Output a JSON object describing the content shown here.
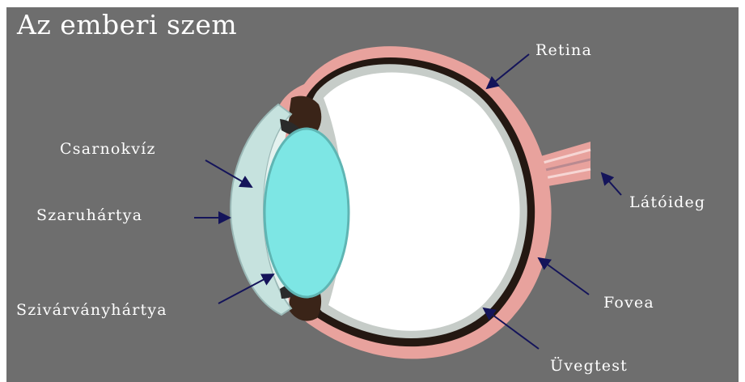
{
  "title": "Az emberi szem",
  "labels": {
    "retina": "Retina",
    "csarnokviz": "Csarnokvíz",
    "szaruhartya": "Szaruhártya",
    "latoideg": "Látóideg",
    "szivarvanyhartya": "Szivárványhártya",
    "fovea": "Fovea",
    "uvegtest": "Üvegtest"
  },
  "colors": {
    "background": "#6e6e6e",
    "sclera": "#e8a29d",
    "lens": "#7de6e4",
    "cornea": "#c6e2de",
    "vitreous": "#ffffff",
    "arrow": "#14145a",
    "text": "#ffffff"
  }
}
